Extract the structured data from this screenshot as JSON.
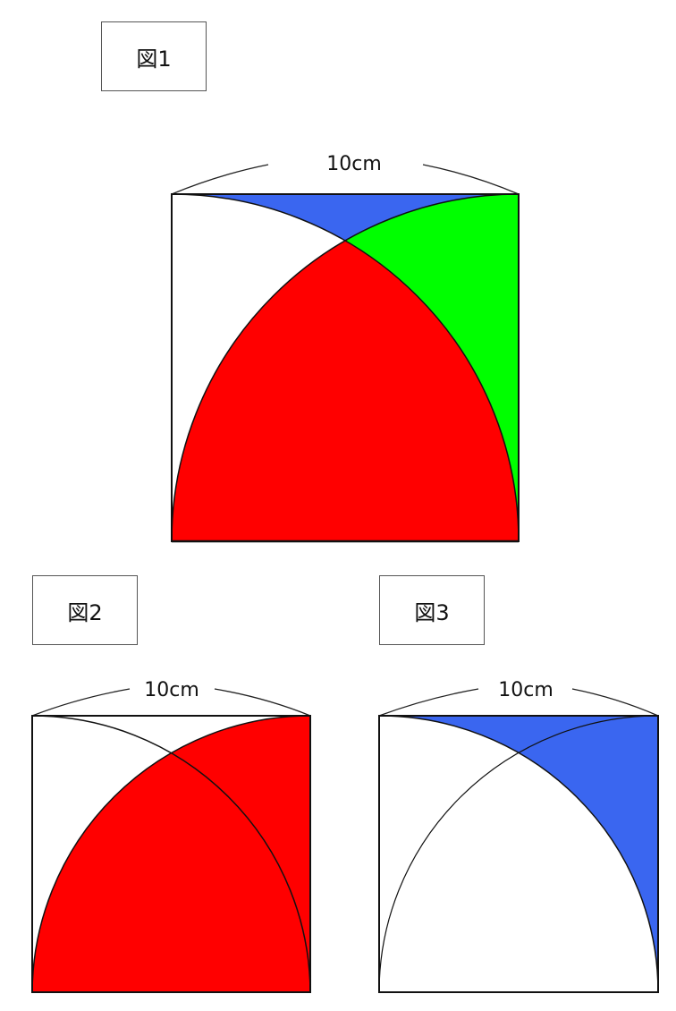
{
  "figure1": {
    "label": "図1",
    "dimension": "10cm",
    "colors": {
      "top_region": "#3a66f0",
      "right_region": "#00ff00",
      "center_region": "#ff0000"
    }
  },
  "figure2": {
    "label": "図2",
    "dimension": "10cm",
    "colors": {
      "shaded_region": "#ff0000"
    }
  },
  "figure3": {
    "label": "図3",
    "dimension": "10cm",
    "colors": {
      "shaded_region": "#3a66f0"
    }
  }
}
